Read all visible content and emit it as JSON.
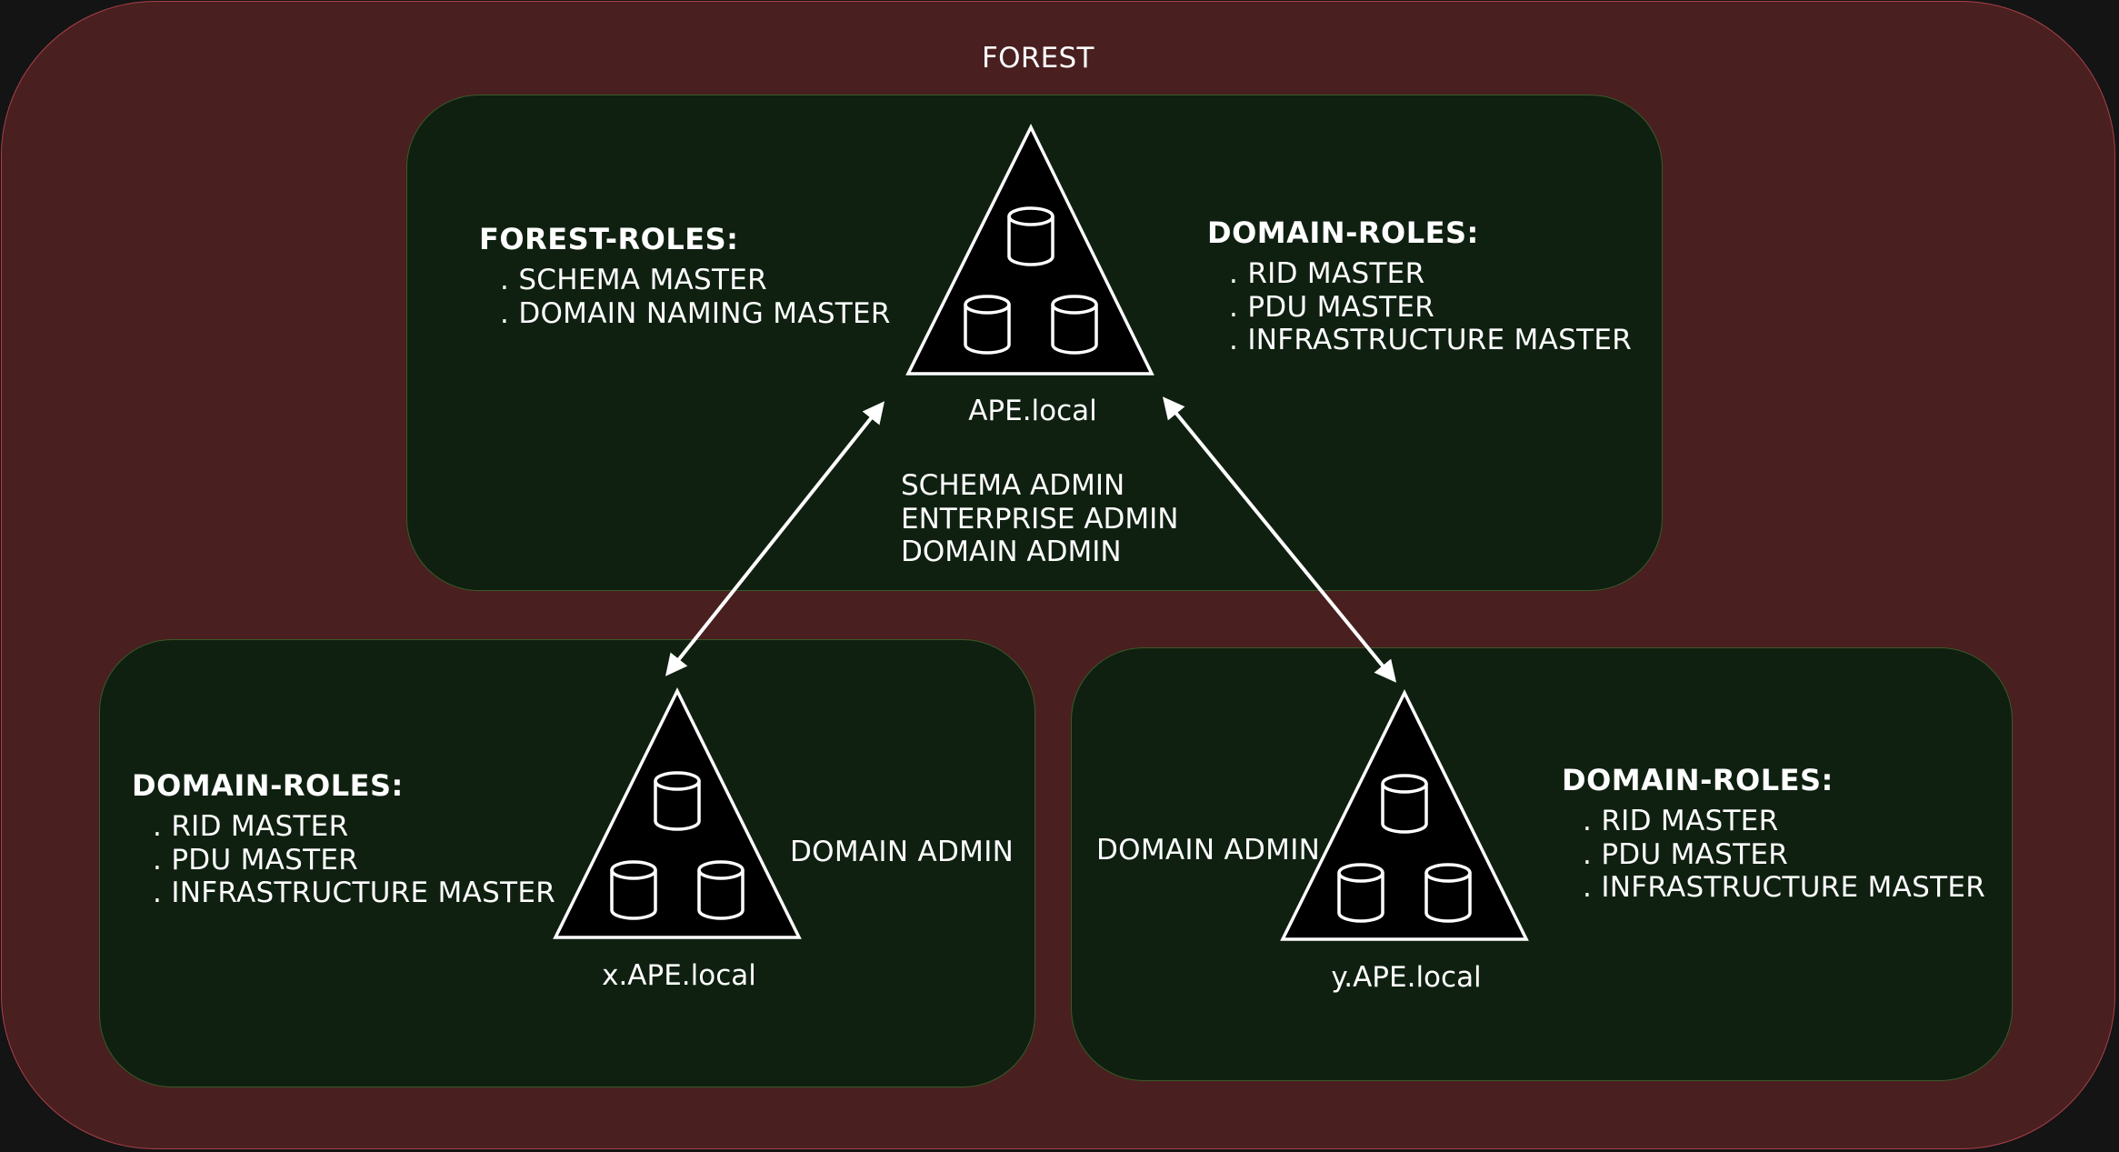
{
  "forest": {
    "label": "FOREST"
  },
  "root_domain": {
    "name": "APE.local",
    "forest_roles": {
      "title": "FOREST-ROLES:",
      "items": [
        "SCHEMA MASTER",
        "DOMAIN NAMING MASTER"
      ]
    },
    "domain_roles": {
      "title": "DOMAIN-ROLES:",
      "items": [
        "RID MASTER",
        "PDU MASTER",
        "INFRASTRUCTURE MASTER"
      ]
    },
    "admins": [
      "SCHEMA ADMIN",
      "ENTERPRISE ADMIN",
      "DOMAIN ADMIN"
    ]
  },
  "child_x": {
    "name": "x.APE.local",
    "domain_roles": {
      "title": "DOMAIN-ROLES:",
      "items": [
        "RID MASTER",
        "PDU MASTER",
        "INFRASTRUCTURE MASTER"
      ]
    },
    "admin": "DOMAIN ADMIN"
  },
  "child_y": {
    "name": "y.APE.local",
    "domain_roles": {
      "title": "DOMAIN-ROLES:",
      "items": [
        "RID MASTER",
        "PDU MASTER",
        "INFRASTRUCTURE MASTER"
      ]
    },
    "admin": "DOMAIN ADMIN"
  },
  "colors": {
    "forest_fill": "#491f1f",
    "forest_border": "#a8404a",
    "domain_fill": "#0f2010",
    "domain_border": "#3a5a2a",
    "text": "#ffffff"
  },
  "icons": [
    "database-icon",
    "domain-triangle-icon",
    "bidirectional-arrow"
  ]
}
